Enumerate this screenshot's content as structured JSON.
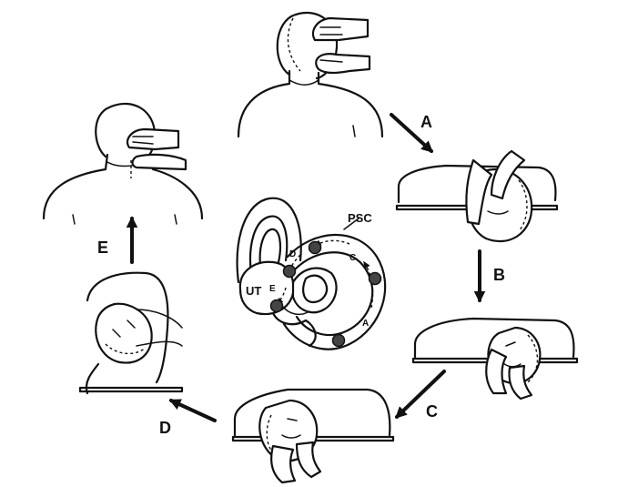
{
  "steps": [
    {
      "label": "A"
    },
    {
      "label": "B"
    },
    {
      "label": "C"
    },
    {
      "label": "D"
    },
    {
      "label": "E"
    }
  ],
  "ear": {
    "canal_label": "PSC",
    "utricle_label": "UT",
    "positions": [
      "A",
      "C",
      "D",
      "E"
    ]
  }
}
